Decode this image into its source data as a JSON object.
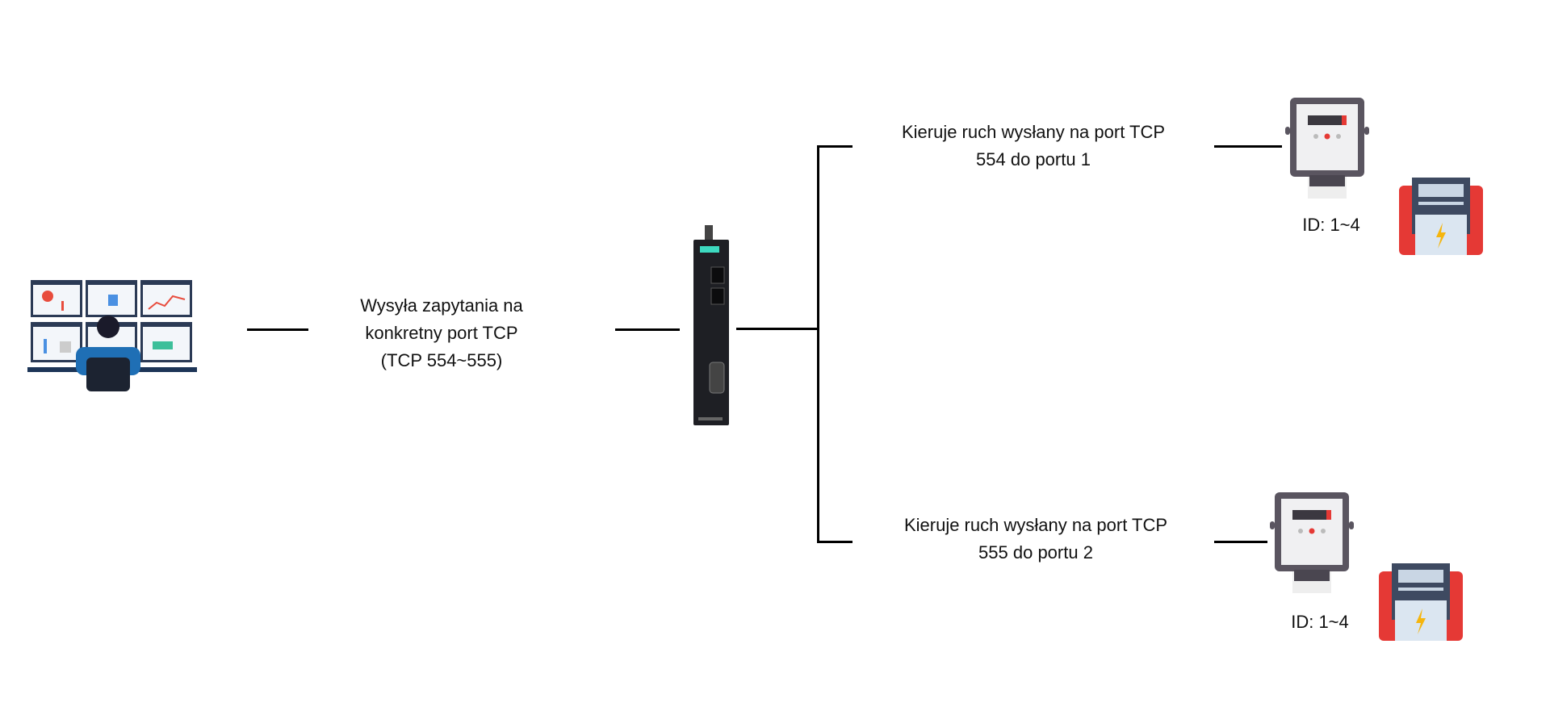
{
  "client": {
    "label_lines": [
      "Wysyła zapytania na",
      "konkretny port TCP",
      "(TCP 554~555)"
    ]
  },
  "routes": [
    {
      "label_lines": [
        "Kieruje ruch wysłany na port TCP",
        "554 do portu 1"
      ],
      "device_id": "ID: 1~4"
    },
    {
      "label_lines": [
        "Kieruje ruch wysłany na port TCP",
        "555 do portu 2"
      ],
      "device_id": "ID: 1~4"
    }
  ],
  "icons": [
    "operator-workstation-icon",
    "serial-device-server-icon",
    "electric-meter-icon",
    "power-meter-icon"
  ],
  "colors": {
    "line": "#000000",
    "meter_body": "#5a5560",
    "red_device": "#e53935",
    "device_screen": "#3dd9c0"
  }
}
